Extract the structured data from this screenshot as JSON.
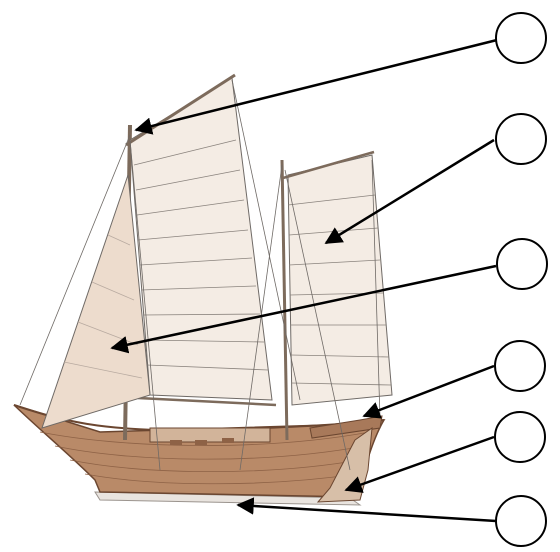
{
  "diagram": {
    "labels": [
      {
        "id": "1",
        "text": "",
        "points_to": "mast-top"
      },
      {
        "id": "2",
        "text": "",
        "points_to": "mizzen-sail"
      },
      {
        "id": "3",
        "text": "",
        "points_to": "foresail"
      },
      {
        "id": "4",
        "text": "",
        "points_to": "stern-deck"
      },
      {
        "id": "5",
        "text": "",
        "points_to": "rudder"
      },
      {
        "id": "6",
        "text": "",
        "points_to": "keel"
      }
    ]
  },
  "colors": {
    "hull": "#b98a68",
    "hull_dark": "#8e6246",
    "sail": "#f4ece4",
    "sail_shade": "#eddccd",
    "rigging": "#6f6a66",
    "arrow": "#000000",
    "circle_stroke": "#000000"
  }
}
